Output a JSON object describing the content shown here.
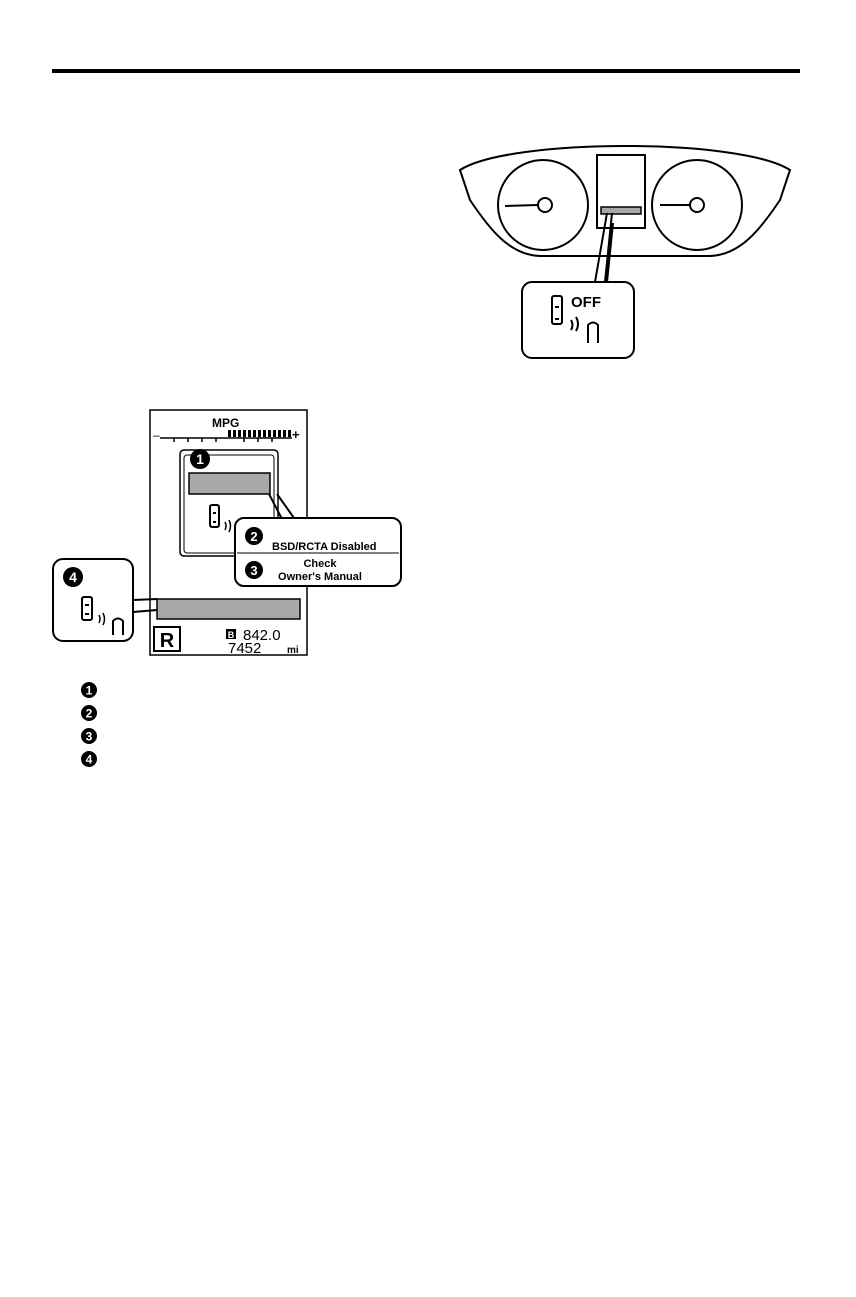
{
  "cluster_figure": {
    "indicator_text": "OFF"
  },
  "display_figure": {
    "gauge_label": "MPG",
    "minus_sign": "–",
    "plus_sign": "+",
    "callouts": [
      {
        "number": "1"
      },
      {
        "number": "2",
        "text": "BSD/RCTA Disabled"
      },
      {
        "number": "3",
        "line1": "Check",
        "line2": "Owner's Manual"
      },
      {
        "number": "4"
      }
    ],
    "gear": "R",
    "trip_indicator": "B",
    "trip_value": "842.0",
    "odometer_value": "7452",
    "odometer_unit": "mi"
  },
  "key_list": [
    {
      "number": "1"
    },
    {
      "number": "2"
    },
    {
      "number": "3"
    },
    {
      "number": "4"
    }
  ],
  "colors": {
    "ink": "#000000",
    "panel_gray": "#a8a8a8",
    "paper": "#ffffff"
  }
}
